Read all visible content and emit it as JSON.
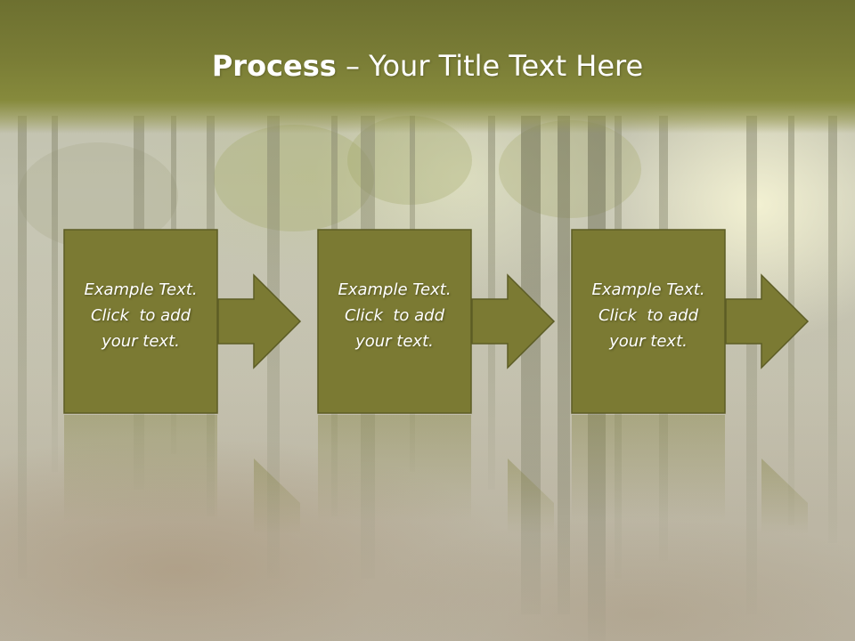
{
  "title": {
    "bold": "Process",
    "rest": " – Your Title Text Here"
  },
  "colors": {
    "title_band": "#7a7d36",
    "box_fill": "#7b7a33",
    "box_border": "#5c5c25",
    "text": "#ffffff"
  },
  "steps": [
    {
      "lines": [
        "Example Text.",
        "Click  to add",
        "your text."
      ]
    },
    {
      "lines": [
        "Example Text.",
        "Click  to add",
        "your text."
      ]
    },
    {
      "lines": [
        "Example Text.",
        "Click  to add",
        "your text."
      ]
    }
  ]
}
